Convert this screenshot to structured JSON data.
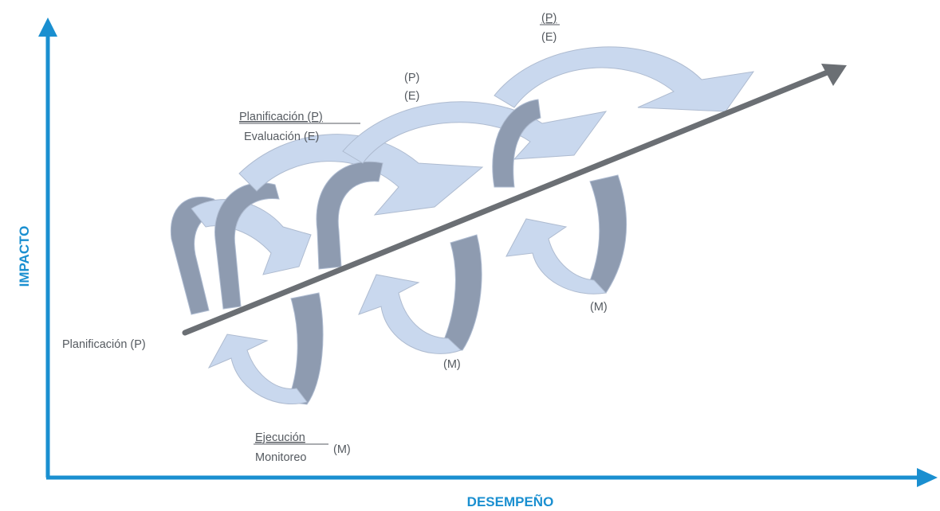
{
  "axes": {
    "x_label": "DESEMPEÑO",
    "y_label": "IMPACTO",
    "axis_color": "#1a8fd0"
  },
  "colors": {
    "progress_arrow": "#6b6f74",
    "ribbon_face": "#c9d8ee",
    "ribbon_back": "#8e9bb0",
    "ribbon_edge": "#aebbd0"
  },
  "labels": {
    "start": "Planificación (P)",
    "plan_full": "Planificación (P)",
    "eval_full": "Evaluación (E)",
    "p2": "(P)",
    "e2": "(E)",
    "p3": "(P)",
    "e3": "(E)",
    "exec_full": "Ejecución",
    "monitor_full": "Monitoreo",
    "m1": "(M)",
    "m2": "(M)",
    "m3": "(M)"
  }
}
